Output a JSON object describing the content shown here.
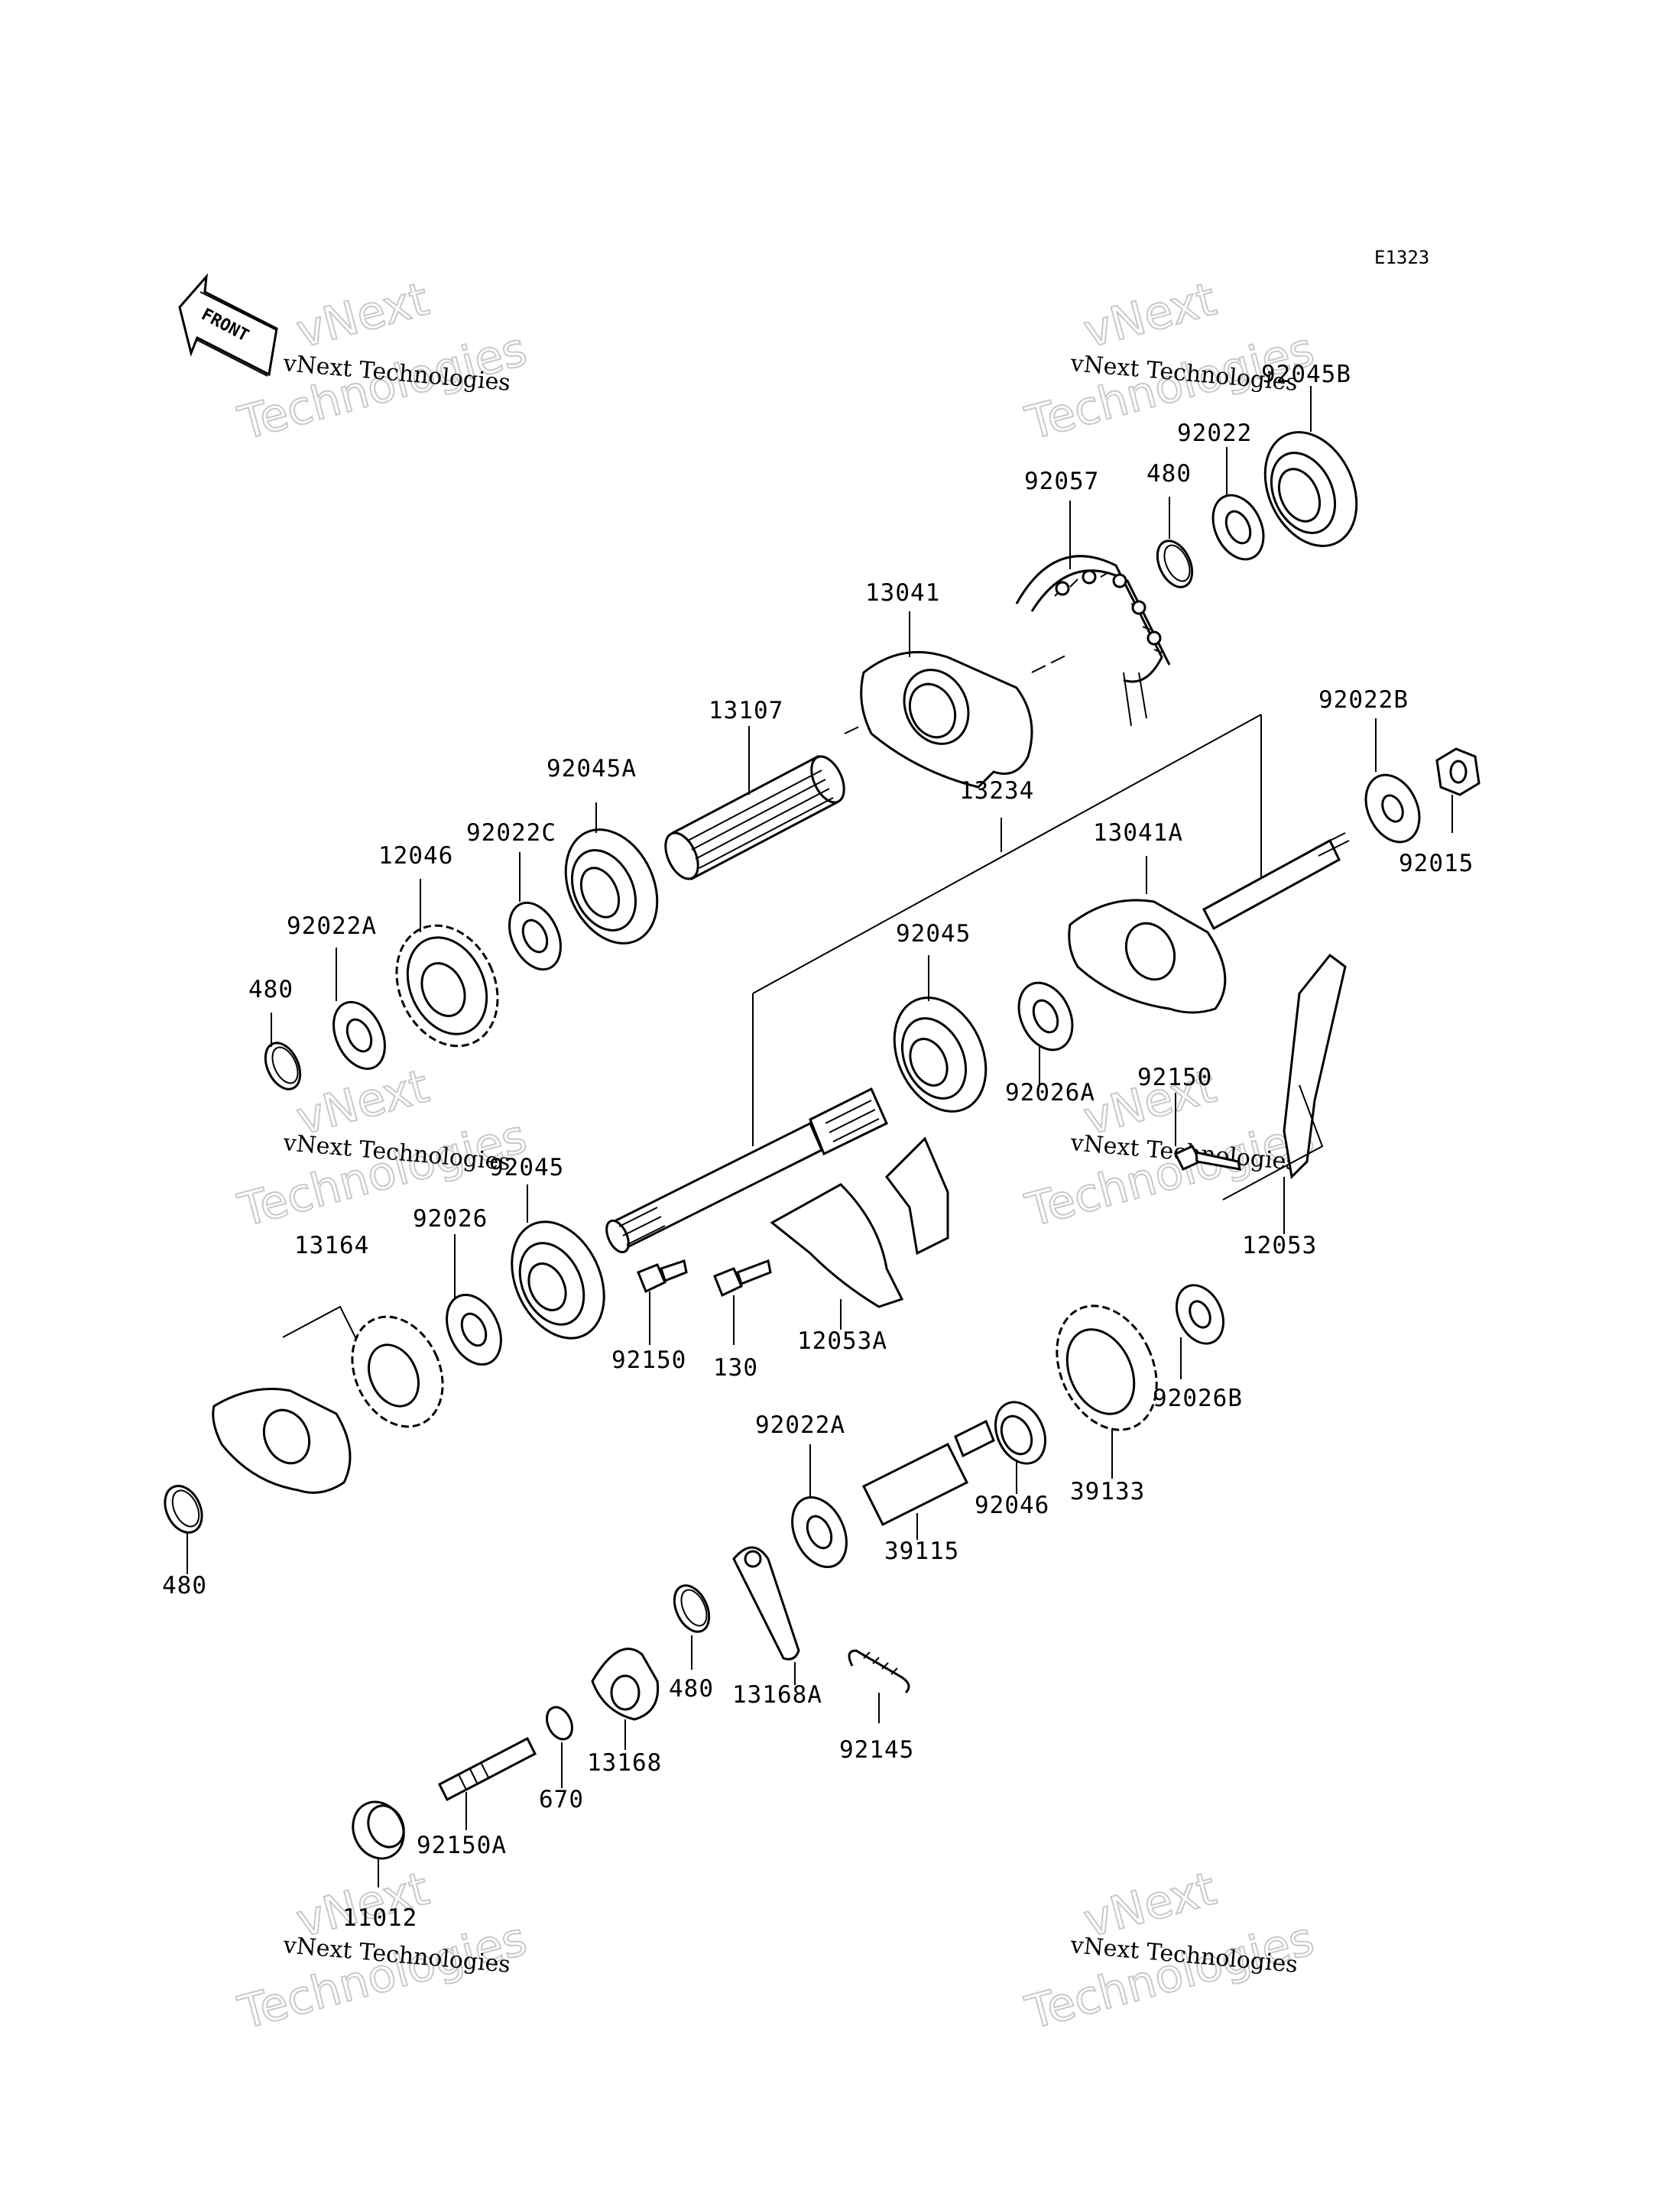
{
  "diagram_code": "E1323",
  "front_label": "FRONT",
  "watermark": {
    "line1": "vNext Technologies",
    "line2": "vNext",
    "line3": "Technologies"
  },
  "part_labels": [
    "92045B",
    "92022",
    "480",
    "92057",
    "13041",
    "13107",
    "92045A",
    "92022C",
    "12046",
    "92022A",
    "480",
    "13234",
    "92022B",
    "92015",
    "13041A",
    "92045",
    "92026A",
    "92150",
    "12053",
    "92045",
    "92026",
    "13164",
    "92150",
    "130",
    "12053A",
    "92022A",
    "39115",
    "92046",
    "39133",
    "92026B",
    "480",
    "480",
    "13168A",
    "92145",
    "13168",
    "670",
    "92150A",
    "11012"
  ]
}
